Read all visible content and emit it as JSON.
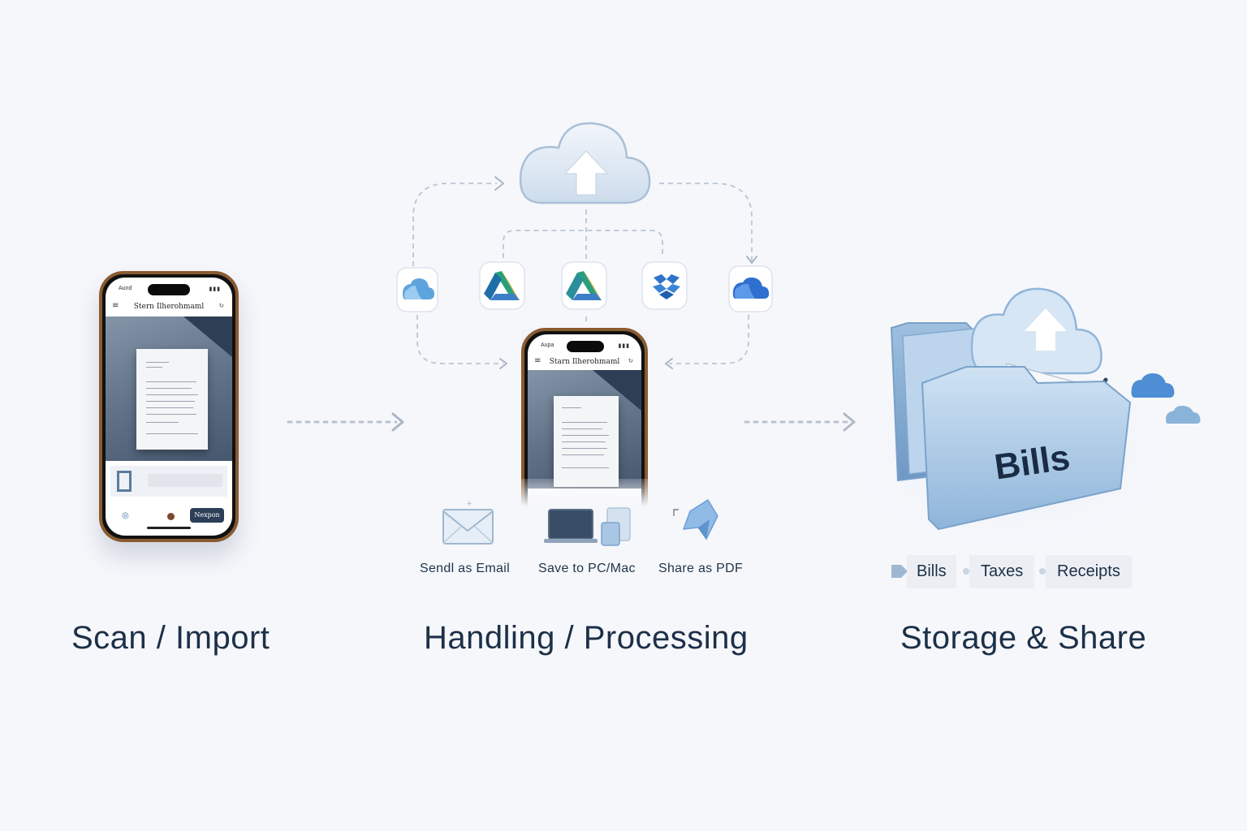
{
  "stages": {
    "scan": {
      "title": "Scan / Import"
    },
    "processing": {
      "title": "Handling / Processing"
    },
    "storage": {
      "title": "Storage & Share"
    }
  },
  "phone_left": {
    "time": "Aund",
    "signal": "▮▮▮",
    "app_title": "Stern Ilherohmaml",
    "menu_icon": "≡",
    "extra_icon": "↻",
    "action_button": "Nexpon"
  },
  "phone_center": {
    "time": "Aupa",
    "signal": "▮▮▮",
    "app_title": "Starn Ilherohmaml",
    "menu_icon": "≡",
    "extra_icon": "↻"
  },
  "actions": [
    {
      "label": "Sendl as Email",
      "icon": "envelope-icon"
    },
    {
      "label": "Save to PC/Mac",
      "icon": "laptop-icon"
    },
    {
      "label": "Share as PDF",
      "icon": "pdf-page-icon"
    }
  ],
  "services": [
    {
      "icon": "icloud-icon"
    },
    {
      "icon": "google-drive-icon"
    },
    {
      "icon": "google-drive-icon"
    },
    {
      "icon": "dropbox-icon"
    },
    {
      "icon": "onedrive-icon"
    }
  ],
  "folder": {
    "label": "Bills",
    "icon": "folder-cloud-icon"
  },
  "tags": [
    "Bills",
    "Taxes",
    "Receipts"
  ],
  "colors": {
    "background": "#f6f7fb",
    "text": "#1c3048",
    "accent_blue": "#2f7ad6",
    "folder_blue": "#a9c9e6",
    "phone_frame": "#8a5a30"
  }
}
